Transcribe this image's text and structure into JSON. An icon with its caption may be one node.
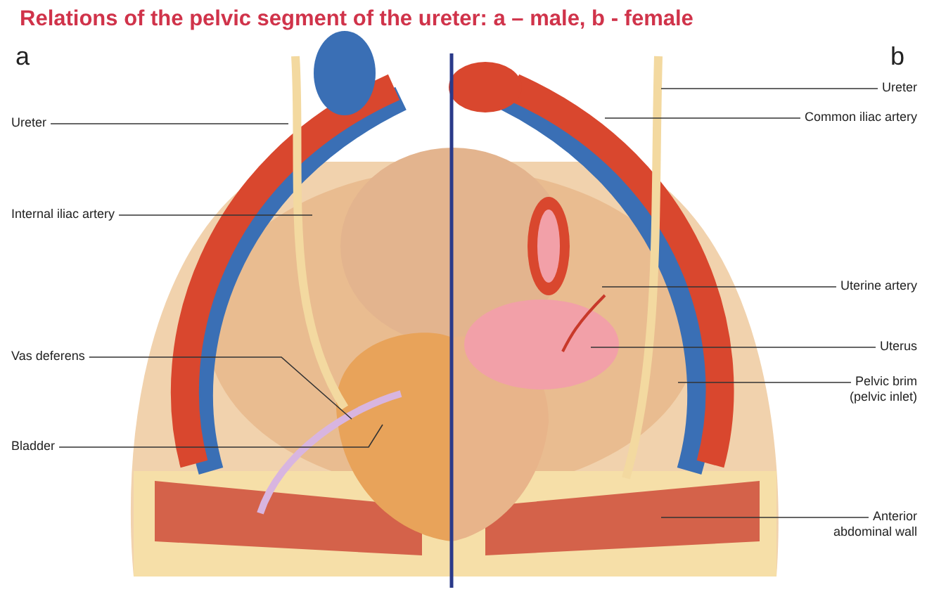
{
  "diagram": {
    "title": "Relations of the pelvic segment of the ureter: a – male, b - female",
    "nodes": [
      {
        "text": [
          "Ureter"
        ]
      },
      {
        "text": [
          "Internal iliac artery"
        ]
      },
      {
        "text": [
          "Vas deferens"
        ]
      },
      {
        "text": [
          "Bladder"
        ]
      },
      {
        "text": [
          "Ureter"
        ]
      },
      {
        "text": [
          "Common iliac artery"
        ]
      },
      {
        "text": [
          "Uterine artery"
        ]
      },
      {
        "text": [
          "Uterus"
        ]
      },
      {
        "text": [
          "Pelvic brim (pelvic inlet)"
        ]
      },
      {
        "text": [
          "Anterior abdominal wall"
        ]
      }
    ],
    "edges": [
      {
        "from": 0,
        "to": null,
        "arrow": "none"
      },
      {
        "from": 1,
        "to": null,
        "arrow": "none"
      },
      {
        "from": 2,
        "to": null,
        "arrow": "none"
      },
      {
        "from": 3,
        "to": null,
        "arrow": "none"
      },
      {
        "from": 4,
        "to": null,
        "arrow": "none"
      },
      {
        "from": 5,
        "to": null,
        "arrow": "none"
      },
      {
        "from": 6,
        "to": null,
        "arrow": "none"
      },
      {
        "from": 7,
        "to": null,
        "arrow": "none"
      },
      {
        "from": 8,
        "to": null,
        "arrow": "none"
      },
      {
        "from": 9,
        "to": null,
        "arrow": "none"
      }
    ],
    "labels": [
      "a",
      "b"
    ]
  }
}
